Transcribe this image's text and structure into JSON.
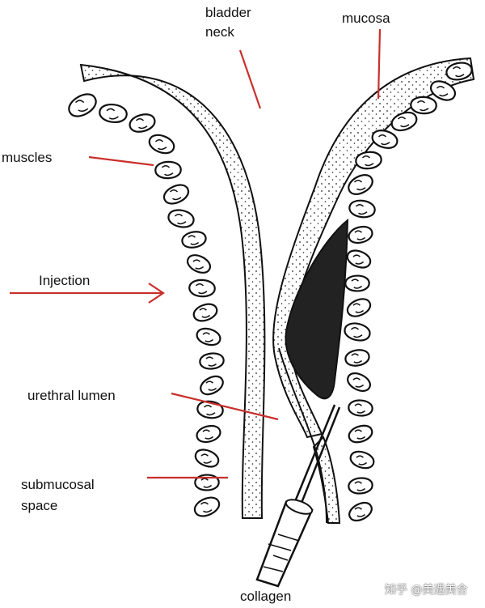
{
  "labels": {
    "bladder_neck": "bladder neck",
    "mucosa": "mucosa",
    "muscles": "muscles",
    "injection": "Injection",
    "urethral_lumen": "urethral lumen",
    "submucosal_space": "submucosal space",
    "collagen": "collagen"
  },
  "watermark": "知乎 @美遇美合",
  "colors": {
    "pointer": "#c8302c",
    "outline": "#111111",
    "collagen_fill": "#222222",
    "background": "#ffffff"
  }
}
